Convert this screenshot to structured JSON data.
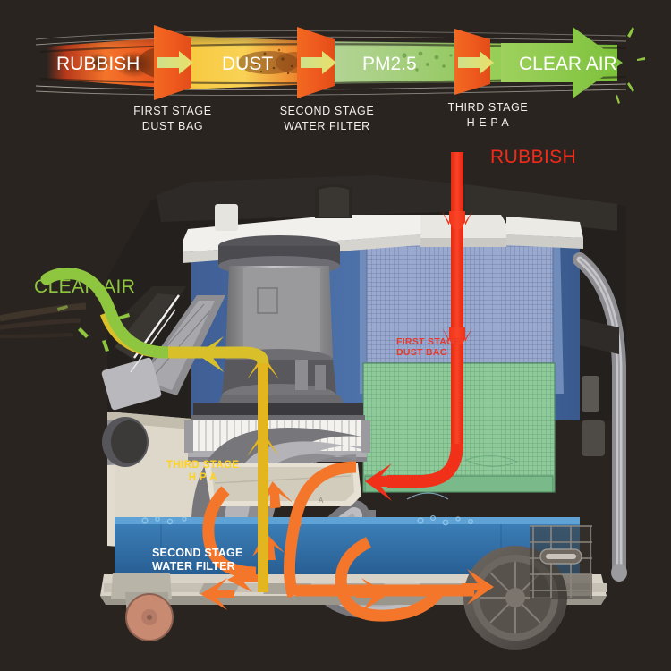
{
  "background_color": "#2a2420",
  "flow_banner": {
    "segments": [
      {
        "label": "RUBBISH",
        "color": "#f26722"
      },
      {
        "label": "DUST",
        "color": "#f7b733"
      },
      {
        "label": "PM2.5",
        "color": "#9ccb7a"
      },
      {
        "label": "CLEAR AIR",
        "color": "#8ec63f"
      }
    ],
    "filters": [
      {
        "line1": "FIRST",
        "line2": "STAGE",
        "line3": "DUST BAG",
        "color": "#ef5a22"
      },
      {
        "line1": "SECOND",
        "line2": "STAGE",
        "line3": "WATER FILTER",
        "color": "#ef5a22"
      },
      {
        "line1": "THIRD",
        "line2": "STAGE",
        "line3": "H E P A",
        "color": "#ef5a22"
      }
    ],
    "captions": [
      {
        "line1": "FIRST  STAGE",
        "line2": "DUST BAG"
      },
      {
        "line1": "SECOND  STAGE",
        "line2": "WATER FILTER"
      },
      {
        "line1": "THIRD STAGE",
        "line2": "H E P A"
      }
    ]
  },
  "diagram": {
    "labels": {
      "rubbish_inlet": "RUBBISH",
      "clear_air_outlet": "CLEAR AIR",
      "first_stage_line1": "FIRST STAGE",
      "first_stage_line2": "DUST BAG",
      "second_stage_line1": "SECOND STAGE",
      "second_stage_line2": "WATER FILTER",
      "third_stage_line1": "THIRD STAGE",
      "third_stage_line2": "H   P A"
    },
    "colors": {
      "rubbish_arrow": "#f42a18",
      "dust_arrow": "#f47a20",
      "hepa_arrow": "#e0b020",
      "clear_air_arrow": "#8ec63f",
      "body_blue": "#4a6fa8",
      "dust_bag_mesh": "#96a6cc",
      "green_filter": "#8ec99a",
      "water_blue": "#2f6ea8",
      "housing_grey": "#8c8c8e",
      "cream": "#ded8ca"
    }
  }
}
